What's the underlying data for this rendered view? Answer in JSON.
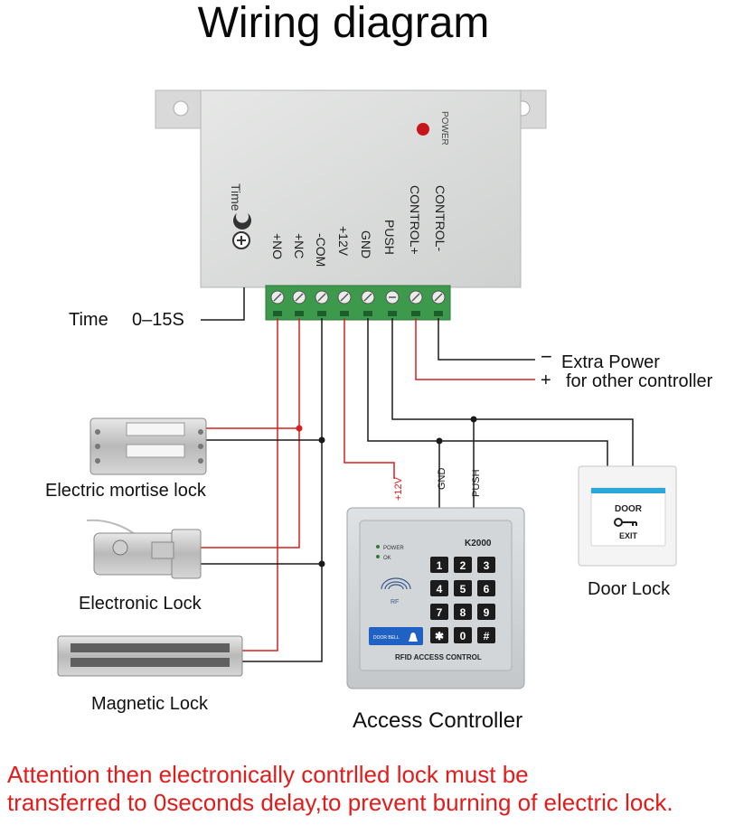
{
  "title": "Wiring diagram",
  "controller": {
    "power_label": "POWER",
    "time_label": "Time",
    "terminals": [
      "+NO",
      "+NC",
      "-COM",
      "+12V",
      "GND",
      "PUSH",
      "CONTROL+",
      "CONTROL-"
    ]
  },
  "labels": {
    "time": "Time",
    "time_range": "0–15S",
    "minus": "−",
    "plus": "+",
    "extra_power": "Extra Power",
    "other_controller": "for other controller",
    "wire_12v": "+12V",
    "wire_gnd": "GND",
    "wire_push": "PUSH"
  },
  "devices": {
    "mortise": "Electric mortise lock",
    "electronic": "Electronic Lock",
    "magnetic": "Magnetic Lock",
    "access": "Access Controller",
    "door": "Door Lock"
  },
  "keypad": {
    "model": "K2000",
    "power": "POWER",
    "ok": "OK",
    "rf": "RF",
    "doorbell": "DOOR BELL",
    "footer": "RFID ACCESS CONTROL",
    "keys": [
      "1",
      "2",
      "3",
      "4",
      "5",
      "6",
      "7",
      "8",
      "9",
      "✱",
      "0",
      "#"
    ]
  },
  "exit_button": {
    "top": "DOOR",
    "bottom": "EXIT"
  },
  "colors": {
    "red_wire": "#d42020",
    "black_wire": "#1a1a1a",
    "attention": "#e21b1b"
  },
  "attention": {
    "line1": "Attention then electronically contrlled lock must be",
    "line2": "transferred to 0seconds delay,to prevent burning of electric lock."
  }
}
